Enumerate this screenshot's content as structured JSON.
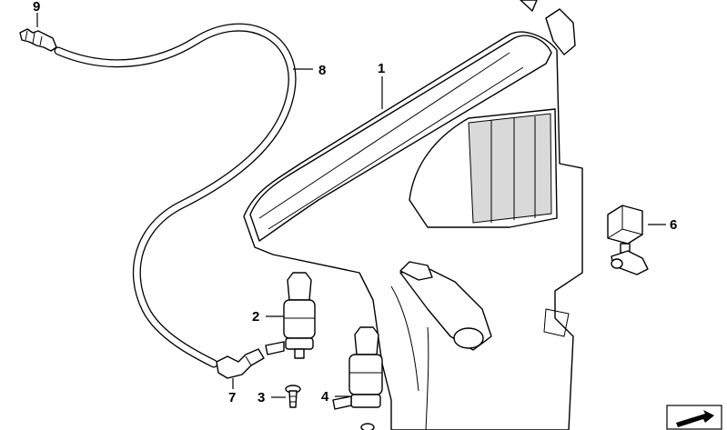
{
  "diagram": {
    "callouts": [
      {
        "id": "1",
        "text": "1"
      },
      {
        "id": "2",
        "text": "2"
      },
      {
        "id": "3",
        "text": "3"
      },
      {
        "id": "4",
        "text": "4"
      },
      {
        "id": "6",
        "text": "6"
      },
      {
        "id": "7",
        "text": "7"
      },
      {
        "id": "8",
        "text": "8"
      },
      {
        "id": "9",
        "text": "9"
      }
    ],
    "colors": {
      "line": "#000000",
      "background": "#ffffff",
      "shade": "#d9d9d9"
    },
    "icons": [
      "arrow-logo-icon"
    ]
  }
}
